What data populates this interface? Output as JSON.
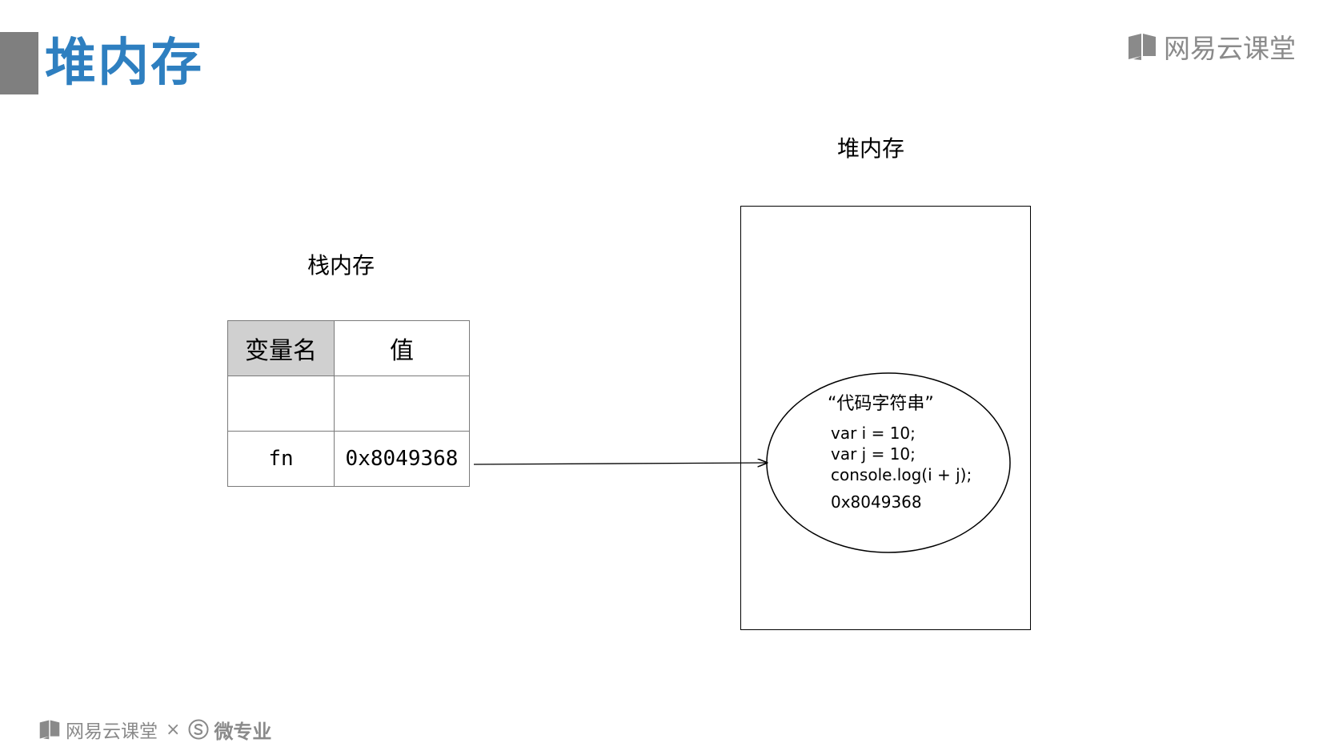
{
  "slide": {
    "title": "堆内存"
  },
  "brand": {
    "top_text": "网易云课堂",
    "bottom_text": "网易云课堂",
    "times": "×",
    "partner_text": "微专业",
    "logo_icon": "book-icon",
    "partner_icon": "s-circle-icon",
    "color": "#8a8a8a"
  },
  "colors": {
    "title": "#2e7fc0",
    "accent_bar": "#7f7f7f",
    "table_header_bg": "#d0d0d0"
  },
  "diagram": {
    "heap_label": "堆内存",
    "stack_label": "栈内存",
    "stack_table": {
      "headers": [
        "变量名",
        "值"
      ],
      "rows": [
        [
          "",
          ""
        ],
        [
          "fn",
          "0x8049368"
        ]
      ]
    },
    "heap_object": {
      "title": "“代码字符串”",
      "code_lines": [
        "var i = 10;",
        "var j = 10;",
        "console.log(i + j);"
      ],
      "address": "0x8049368"
    }
  }
}
